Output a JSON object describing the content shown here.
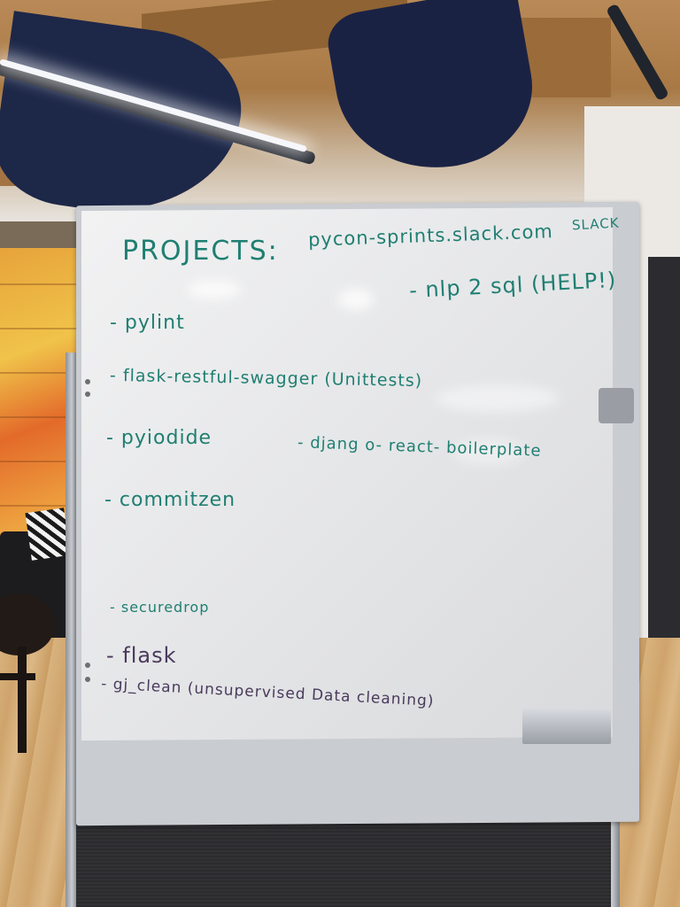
{
  "whiteboard": {
    "heading": "PROJECTS:",
    "slack_url": "pycon-sprints.slack.com",
    "slack_label": "SLACK",
    "items_teal": [
      "- pylint",
      "- flask-restful-swagger (Unittests)",
      "- pyiodide",
      "- djang o- react- boilerplate",
      "- commitzen",
      "- nlp 2 sql (HELP!)",
      "- securedrop"
    ],
    "items_purple": [
      "- flask",
      "- gj_clean (unsupervised Data cleaning)"
    ]
  },
  "colors": {
    "marker_teal": "#1f7f72",
    "marker_purple": "#4a3a5c",
    "board_white": "#f2f2f3"
  },
  "icons": [
    "ceiling-light-icon",
    "whiteboard-clip-icon",
    "marker-tray-icon"
  ]
}
